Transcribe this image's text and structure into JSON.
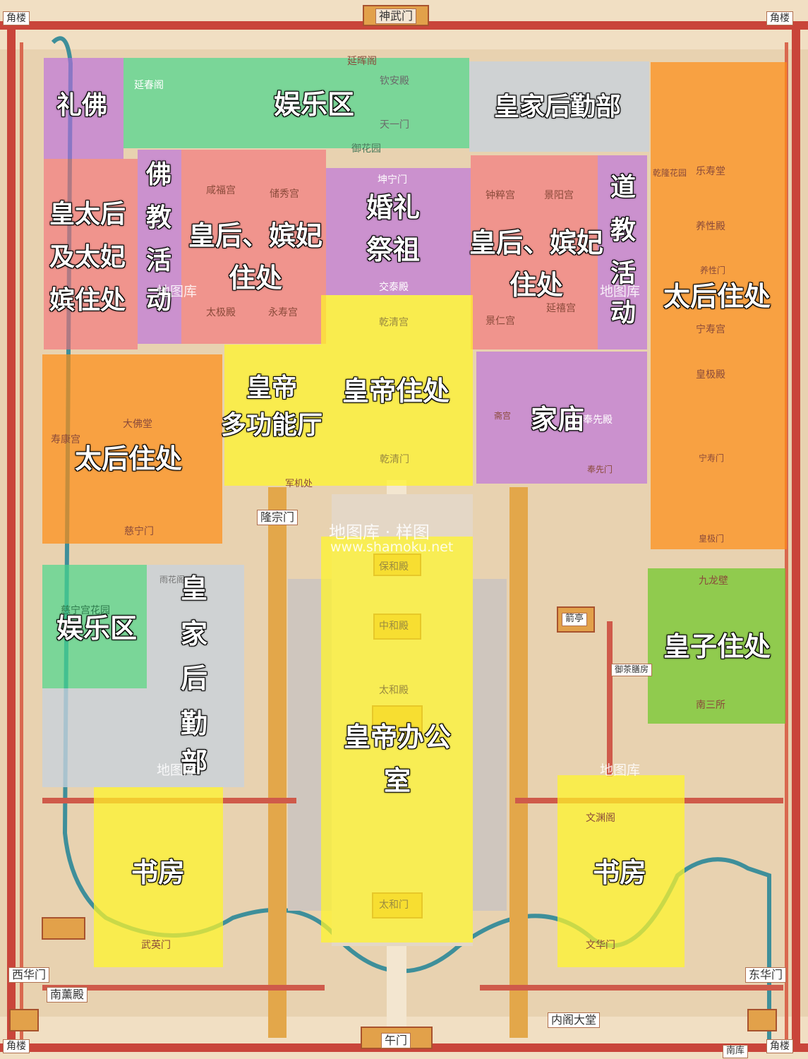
{
  "colors": {
    "ground": "#e8d2b0",
    "wall": "#c9453a",
    "moat": "#3e8f9a",
    "roof": "#e8a23a",
    "purple": "rgba(185,105,225,0.62)",
    "green": "rgba(70,215,140,0.68)",
    "gray": "rgba(200,210,220,0.78)",
    "red": "rgba(245,110,120,0.62)",
    "yellow": "rgba(255,245,40,0.72)",
    "orange": "rgba(255,140,20,0.70)",
    "lightgreen": "rgba(110,200,40,0.72)"
  },
  "gates": {
    "north": "神武门",
    "south": "午门",
    "west": "西华门",
    "east": "东华门",
    "corner_nw": "角楼",
    "corner_ne": "角楼",
    "corner_sw": "角楼",
    "corner_se": "角楼",
    "longzong": "隆宗门",
    "nanxundian": "南薰殿",
    "neigedatang": "内阁大堂",
    "nanku": "南库"
  },
  "zones": {
    "lifo": "礼佛",
    "yule_north": "娱乐区",
    "houqin_north": "皇家后勤部",
    "taihou_west": [
      "皇太后",
      "及太妃",
      "嫔住处"
    ],
    "fojiao": [
      "佛",
      "教",
      "活",
      "动"
    ],
    "huanghou_west": [
      "皇后、嫔妃",
      "住处"
    ],
    "hunli": [
      "婚礼",
      "祭祖"
    ],
    "huanghou_east": [
      "皇后、嫔妃",
      "住处"
    ],
    "daojiao": [
      "道",
      "教",
      "活",
      "动"
    ],
    "taihou_east": "太后住处",
    "huangdi_zhuchu": "皇帝住处",
    "duogongneng": [
      "皇帝",
      "多功能厅"
    ],
    "jiamiao": "家庙",
    "taihou_sw": "太后住处",
    "yule_south": "娱乐区",
    "houqin_south": [
      "皇",
      "家",
      "后",
      "勤",
      "部"
    ],
    "bangong": [
      "皇帝办公",
      "室"
    ],
    "huangzi": "皇子住处",
    "shufang_west": "书房",
    "shufang_east": "书房"
  },
  "places": {
    "yanhuilou": "延晖阁",
    "yanchunge": "延春阁",
    "qinandian": "钦安殿",
    "tianyimen": "天一门",
    "yuhuayuan": "御花园",
    "kunningmen": "坤宁门",
    "jiaotaidian": "交泰殿",
    "qianqinggong": "乾清宫",
    "qianqingmen": "乾清门",
    "xianfugong": "咸福宫",
    "chuxiugong": "储秀宫",
    "taijidian": "太极殿",
    "yongshougong": "永寿宫",
    "zhongcuigong": "钟粹宫",
    "jingyanggong": "景阳宫",
    "jingrengong": "景仁宫",
    "yanxigong": "延禧宫",
    "leshoutang": "乐寿堂",
    "yangxingdian": "养性殿",
    "yangxingmen": "养性门",
    "ningshougong": "宁寿宫",
    "huangjidian": "皇极殿",
    "ningshoumen": "宁寿门",
    "huangjimen": "皇极门",
    "qianlonghuayuan": "乾隆花园",
    "fengxiandian": "奉先殿",
    "fengxianmen": "奉先门",
    "zhaidian": "斋宫",
    "shoukanggong": "寿康宫",
    "dafotang": "大佛堂",
    "cininggong": "慈宁门",
    "junjichu": "军机处",
    "baohedian": "保和殿",
    "zhonghedian": "中和殿",
    "taihedian": "太和殿",
    "taihemen": "太和门",
    "cininghuayuan": "慈宁宫花园",
    "jiulongbi": "九龙壁",
    "nansansuo": "南三所",
    "yuchashanfang": "御茶膳房",
    "jianting": "箭亭",
    "wenyuange": "文渊阁",
    "wenhuamen": "文华门",
    "wuyingmen": "武英门",
    "yuhuage": "雨花阁"
  },
  "watermarks": {
    "site": "地图库",
    "brand": "地图库 · 样图",
    "url": "www.shamoku.net"
  }
}
